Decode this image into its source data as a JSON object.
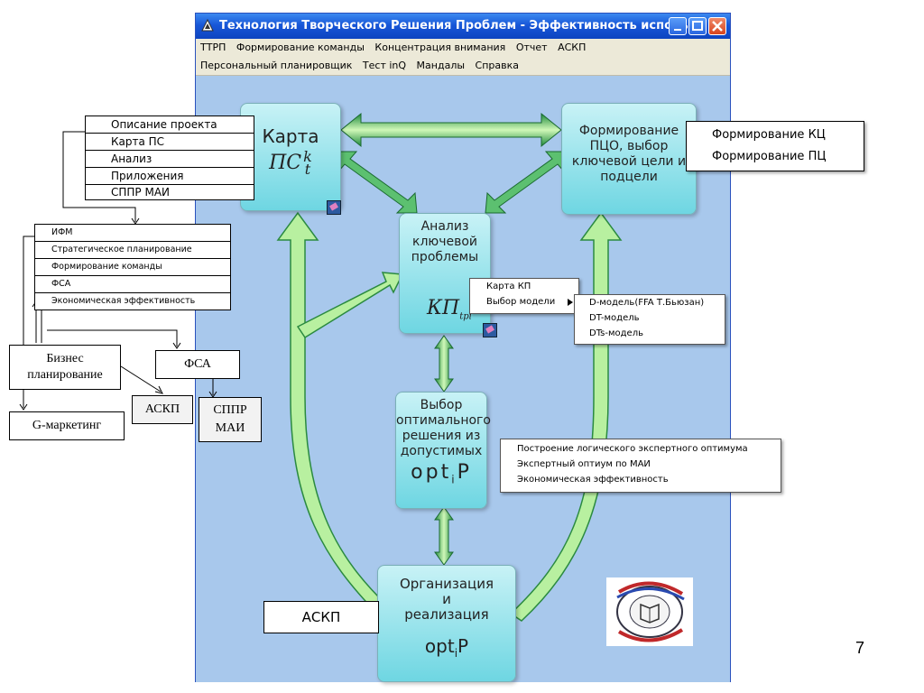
{
  "window": {
    "title": "Технология Творческого Решения Проблем - Эффективность исполь...",
    "menu_row1": [
      "ТТРП",
      "Формирование команды",
      "Концентрация внимания",
      "Отчет",
      "АСКП"
    ],
    "menu_row2": [
      "Персональный планировщик",
      "Тест inQ",
      "Мандалы",
      "Справка"
    ]
  },
  "boxes": {
    "karta": {
      "title": "Карта",
      "formula_base": "ПС",
      "formula_sup": "k",
      "formula_sub": "t"
    },
    "formirovanie": {
      "line1": "Формирование",
      "line2": "ПЦО, выбор",
      "line3": "ключевой цели и",
      "line4": "подцели"
    },
    "analiz": {
      "line1": "Анализ",
      "line2": "ключевой",
      "line3": "проблемы",
      "formula_base": "КП",
      "formula_sub": "tpi"
    },
    "vybor": {
      "line1": "Выбор",
      "line2": "оптимального",
      "line3": "решения из",
      "line4": "допустимых",
      "formula_base": "opt",
      "formula_sub": "i",
      "formula_end": "P"
    },
    "organizaciya": {
      "line1": "Организация",
      "line2": "и",
      "line3": "реализация",
      "formula_base": "opt",
      "formula_sub": "i",
      "formula_end": "P"
    }
  },
  "popups": {
    "kc_pc": [
      "Формирование КЦ",
      "Формирование ПЦ"
    ],
    "karta_kp": [
      "Карта КП",
      "Выбор модели"
    ],
    "models": [
      "D-модель(FFA Т.Бьюзан)",
      "DT-модель",
      "DTs-модель"
    ],
    "optimum": [
      "Построение логического экспертного оптимума",
      "Экспертный оптиум по МАИ",
      "Экономическая эффективность"
    ]
  },
  "left": {
    "project_menu": [
      "Описание проекта",
      "Карта ПС",
      "Анализ",
      "Приложения",
      "СППР МАИ"
    ],
    "analysis_menu": [
      "ИФМ",
      "Стратегическое планирование",
      "Формирование команды",
      "ФСА",
      "Экономическая эффективность"
    ],
    "biznes": "Бизнес планирование",
    "fsa": "ФСА",
    "askp_small": "АСКП",
    "sppr": "СППР МАИ",
    "gmarketing": "G-маркетинг"
  },
  "askp_label": "АСКП",
  "page_number": "7",
  "colors": {
    "titlebar": "#1857d8",
    "canvas": "#a8c8ec",
    "box_fill": "#6ed6e2",
    "arrow_green": "#2ea050",
    "arrow_light": "#b8f0a0"
  }
}
